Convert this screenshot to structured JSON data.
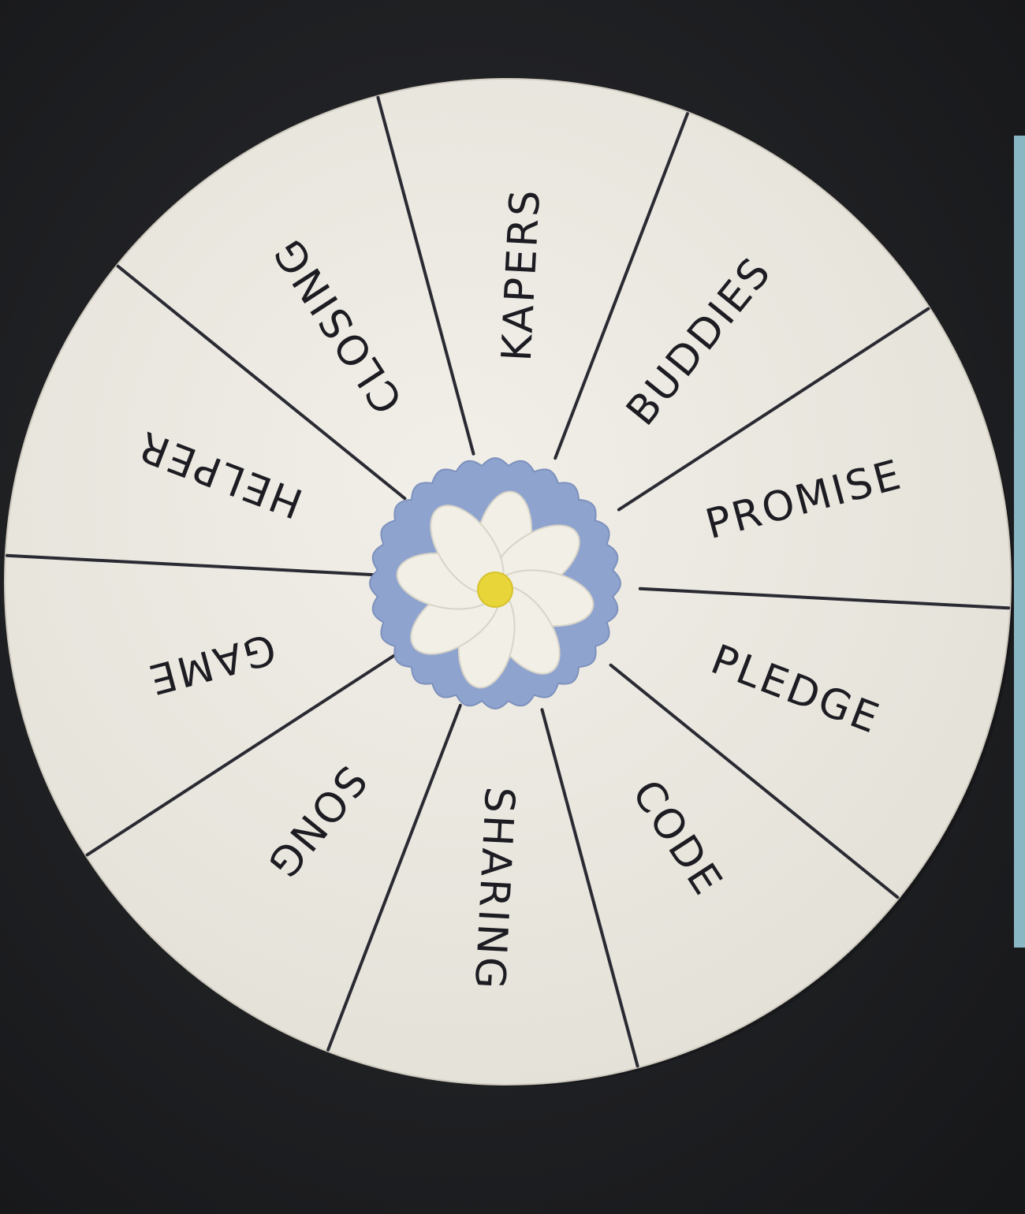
{
  "wheel": {
    "segments": [
      {
        "label": "KAPERS"
      },
      {
        "label": "BUDDIES"
      },
      {
        "label": "PROMISE"
      },
      {
        "label": "PLEDGE"
      },
      {
        "label": "CODE"
      },
      {
        "label": "SHARING"
      },
      {
        "label": "SONG"
      },
      {
        "label": "GAME"
      },
      {
        "label": "HELPER"
      },
      {
        "label": "CLOSING"
      }
    ],
    "segment_count": 10
  },
  "colors": {
    "background": "#1f2023",
    "disc": "#ebe9e2",
    "divider": "#2a2a33",
    "label": "#1c1c22",
    "scalloped_center": "#8fa3cf",
    "petals": "#f1efe6",
    "flower_center": "#e8d53a",
    "side_card": "#8ab7c4"
  },
  "icons": {
    "center": "daisy-flower-icon",
    "center_backing": "scalloped-circle-icon"
  }
}
